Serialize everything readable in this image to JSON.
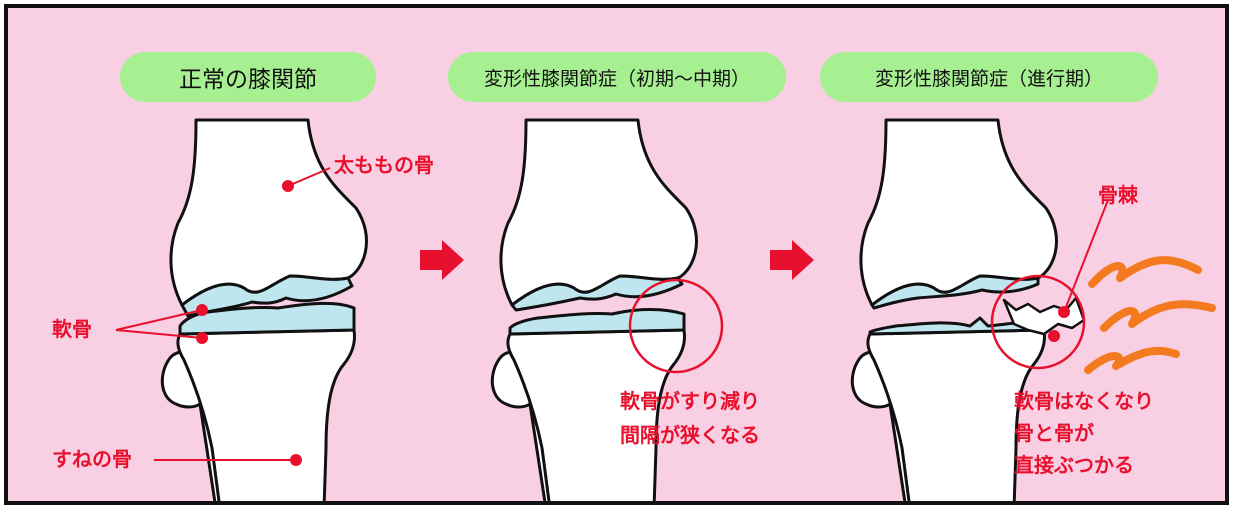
{
  "panels": [
    {
      "title": "正常の膝関節"
    },
    {
      "title": "変形性膝関節症（初期〜中期）"
    },
    {
      "title": "変形性膝関節症（進行期）"
    }
  ],
  "labels": {
    "thigh_bone": "太ももの骨",
    "cartilage": "軟骨",
    "shin_bone": "すねの骨",
    "wear_line1": "軟骨がすり減り",
    "wear_line2": "間隔が狭くなる",
    "bone_spur": "骨棘",
    "direct_line1": "軟骨はなくなり",
    "direct_line2": "骨と骨が",
    "direct_line3": "直接ぶつかる"
  },
  "colors": {
    "background": "#f9cfe3",
    "title_pill": "#a6f092",
    "cartilage": "#bfe6ef",
    "accent_red": "#e8112d",
    "pain_orange": "#f47a1f",
    "bone": "#ffffff",
    "outline": "#111111"
  },
  "icons": [
    "arrow-right-icon",
    "arrow-right-icon",
    "pain-zigzag-icon"
  ]
}
